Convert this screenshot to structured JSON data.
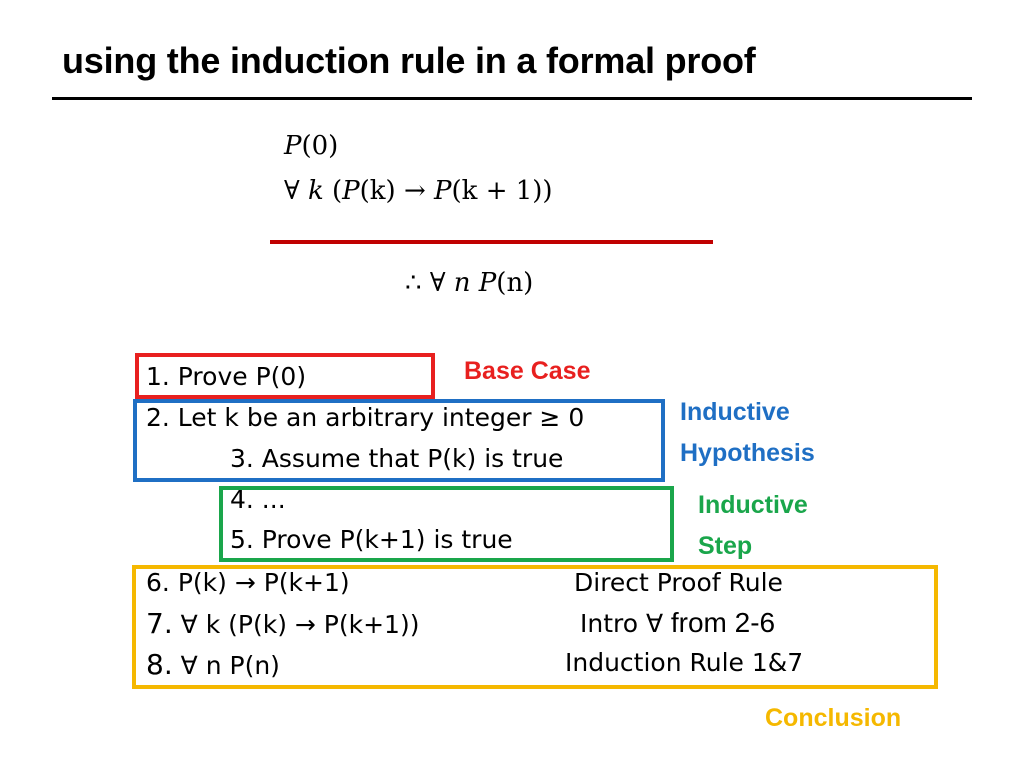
{
  "slide": {
    "title": "using the induction rule in a formal proof"
  },
  "rule_statement": {
    "premise1": {
      "pred": "P",
      "rest": "(0)"
    },
    "premise2": {
      "forall": "∀",
      "var": "k",
      "open": " (",
      "p1": "P",
      "p1_arg": "(k)",
      "arrow": " → ",
      "p2": "P",
      "p2_arg": "(k + 1))"
    },
    "conclusion": {
      "therefore": "∴",
      "forall": "∀",
      "var": "n",
      "pred": "P",
      "arg": "(n)"
    }
  },
  "proof_steps": {
    "s1": "1. Prove P(0)",
    "s2": "2.  Let k be an arbitrary integer ≥ 0",
    "s3": "3. Assume that P(k) is true",
    "s4": "4.  ...",
    "s5": "5.  Prove P(k+1) is true",
    "s6": {
      "num": "6.",
      "text": "P(k) →  P(k+1)",
      "just": "Direct Proof Rule"
    },
    "s7": {
      "num": "7.",
      "text": "∀ k (P(k) → P(k+1))",
      "just_a": "Intro ∀",
      "just_b": " from 2-6"
    },
    "s8": {
      "num": "8.",
      "text": "∀ n P(n)",
      "just": "Induction Rule 1&7"
    }
  },
  "labels": {
    "base_case": "Base Case",
    "inductive_hypothesis_1": "Inductive",
    "inductive_hypothesis_2": "Hypothesis",
    "inductive_step_1": "Inductive",
    "inductive_step_2": "Step",
    "conclusion": "Conclusion"
  },
  "colors": {
    "base_case": "#e8201f",
    "hypothesis": "#1f6fc4",
    "step": "#1aa64b",
    "conclusion": "#f5b800",
    "rule_line": "#c00000"
  }
}
